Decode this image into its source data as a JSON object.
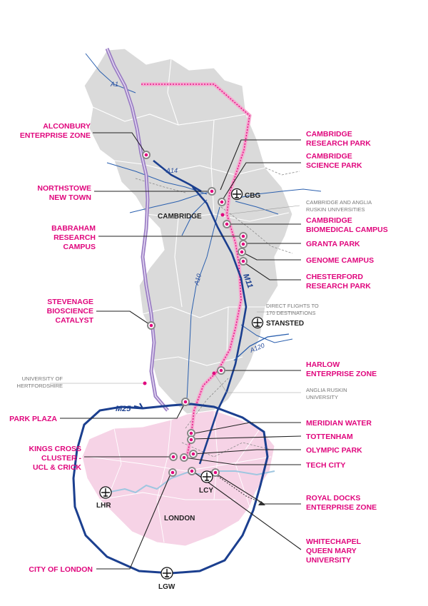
{
  "colors": {
    "magenta": "#e0067d",
    "roads": "#1b3f8f",
    "region": "#d9d9d9",
    "london_fill": "#f6d3e6"
  },
  "sites_left": {
    "alconbury": [
      "ALCONBURY",
      "ENTERPRISE ZONE"
    ],
    "northstowe": [
      "NORTHSTOWE",
      "NEW TOWN"
    ],
    "babraham": [
      "BABRAHAM",
      "RESEARCH",
      "CAMPUS"
    ],
    "stevenage": [
      "STEVENAGE",
      "BIOSCIENCE",
      "CATALYST"
    ],
    "park_plaza": [
      "PARK PLAZA"
    ],
    "kings_cross": [
      "KINGS CROSS",
      "CLUSTER -",
      "UCL & CRICK"
    ],
    "city_of_london": [
      "CITY OF LONDON"
    ]
  },
  "sites_right": {
    "cambridge_research_park": [
      "CAMBRIDGE",
      "RESEARCH PARK"
    ],
    "cambridge_science_park": [
      "CAMBRIDGE",
      "SCIENCE PARK"
    ],
    "cambridge_biomedical": [
      "CAMBRIDGE",
      "BIOMEDICAL CAMPUS"
    ],
    "granta_park": [
      "GRANTA PARK"
    ],
    "genome_campus": [
      "GENOME CAMPUS"
    ],
    "chesterford": [
      "CHESTERFORD",
      "RESEARCH PARK"
    ],
    "harlow": [
      "HARLOW",
      "ENTERPRISE ZONE"
    ],
    "meridian_water": [
      "MERIDIAN WATER"
    ],
    "tottenham": [
      "TOTTENHAM"
    ],
    "olympic_park": [
      "OLYMPIC PARK"
    ],
    "tech_city": [
      "TECH CITY"
    ],
    "royal_docks": [
      "ROYAL DOCKS",
      "ENTERPRISE ZONE"
    ],
    "whitechapel": [
      "WHITECHAPEL",
      "QUEEN MARY",
      "UNIVERSITY"
    ]
  },
  "grey_notes": {
    "cambridge_anglia": [
      "CAMBRIDGE AND ANGLIA",
      "RUSKIN UNIVERSITIES"
    ],
    "direct_flights": [
      "DIRECT FLIGHTS TO",
      "170 DESTINATIONS"
    ],
    "herts_uni": [
      "UNIVERSITY OF",
      "HERTFORDSHIRE"
    ],
    "anglia_ruskin": [
      "ANGLIA RUSKIN",
      "UNIVERSITY"
    ]
  },
  "places": {
    "cambridge": "CAMBRIDGE",
    "london": "LONDON"
  },
  "airports": {
    "cbg": "CBG",
    "stansted": "STANSTED",
    "lhr": "LHR",
    "lcy": "LCY",
    "lgw": "LGW"
  },
  "roads": {
    "a1": "A1",
    "a14": "A14",
    "a10": "A10",
    "m11": "M11",
    "a120": "A120",
    "m25": "M25"
  }
}
